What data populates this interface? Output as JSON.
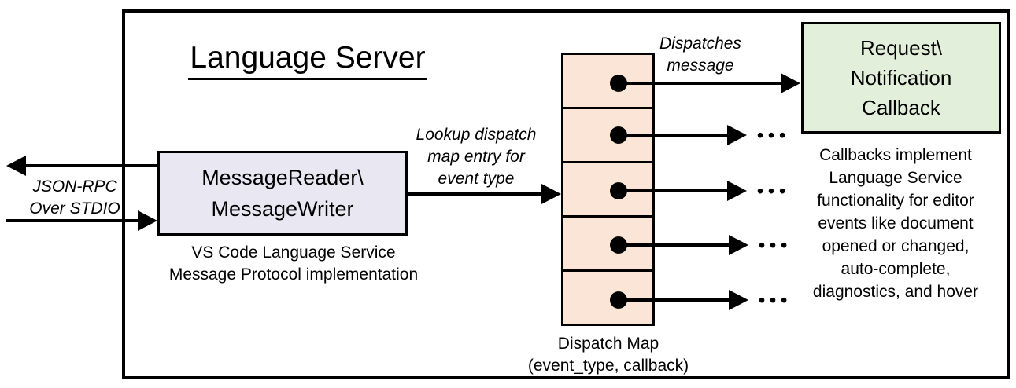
{
  "title": "Language Server",
  "io_label": {
    "line1": "JSON-RPC",
    "line2": "Over STDIO"
  },
  "reader_box": {
    "line1": "MessageReader\\",
    "line2": "MessageWriter",
    "caption1": "VS Code Language Service",
    "caption2": "Message Protocol implementation"
  },
  "lookup_label": {
    "line1": "Lookup dispatch",
    "line2": "map entry for",
    "line3": "event type"
  },
  "dispatches_label": {
    "line1": "Dispatches",
    "line2": "message"
  },
  "callback_box": {
    "line1": "Request\\",
    "line2": "Notification",
    "line3": "Callback"
  },
  "callbacks_note": [
    "Callbacks implement",
    "Language Service",
    "functionality for editor",
    "events like document",
    "opened or changed,",
    "auto-complete,",
    "diagnostics, and hover"
  ],
  "map_caption": {
    "line1": "Dispatch Map",
    "line2": "(event_type, callback)"
  },
  "ellipsis": "•••",
  "colors": {
    "reader_fill": "#e9e8f2",
    "map_fill": "#fbe5d6",
    "callback_fill": "#e2efda",
    "line": "#000000",
    "background": "#ffffff"
  }
}
